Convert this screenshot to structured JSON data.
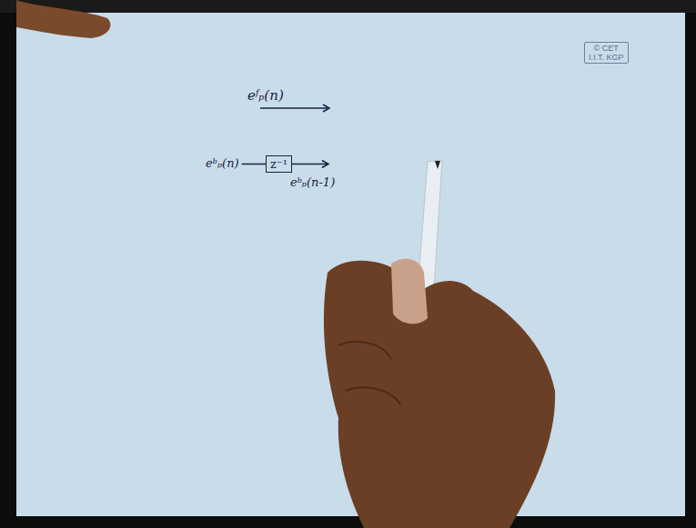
{
  "diagram": {
    "nodes": [
      {
        "text": [
          "© CET",
          "I.I.T. KGP"
        ]
      },
      {
        "text": [
          "z⁻¹"
        ]
      }
    ],
    "labels": [
      "eᶠₚ(n)",
      "eᵇₚ(n)",
      "eᵇₚ(n-1)"
    ]
  }
}
